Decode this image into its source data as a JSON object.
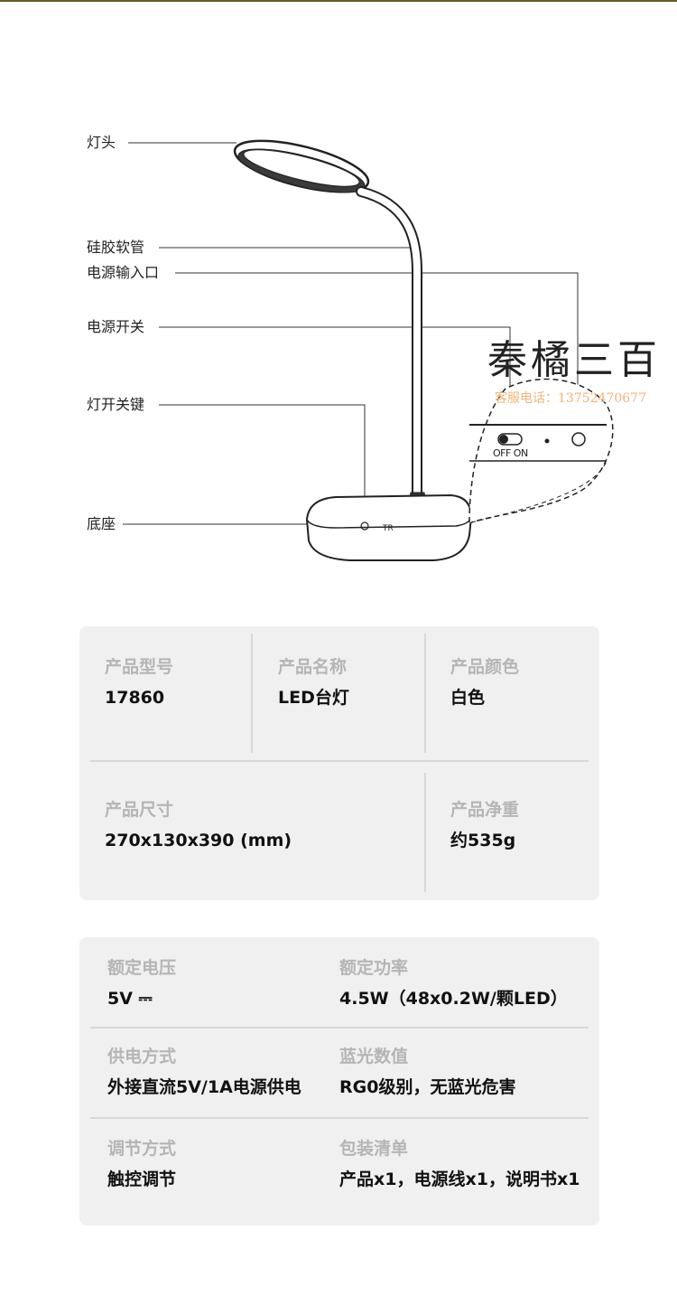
{
  "diagram": {
    "callouts": [
      {
        "key": "lamp_head",
        "label": "灯头"
      },
      {
        "key": "silicone_hose",
        "label": "硅胶软管"
      },
      {
        "key": "power_input",
        "label": "电源输入口"
      },
      {
        "key": "power_switch",
        "label": "电源开关"
      },
      {
        "key": "light_switch_key",
        "label": "灯开关键"
      },
      {
        "key": "base",
        "label": "底座"
      }
    ],
    "switch_label": "OFF ON"
  },
  "watermark": {
    "title": "秦橘三百",
    "subtitle": "客服电话：13752470677"
  },
  "specs_basic": [
    {
      "label": "产品型号",
      "value": "17860"
    },
    {
      "label": "产品名称",
      "value": "LED台灯"
    },
    {
      "label": "产品颜色",
      "value": "白色"
    },
    {
      "label": "产品尺寸",
      "value": "270x130x390 (mm)"
    },
    {
      "label": "产品净重",
      "value": "约535g"
    }
  ],
  "specs_electrical": [
    {
      "label": "额定电压",
      "value": "5V ⎓"
    },
    {
      "label": "额定功率",
      "value": "4.5W（48x0.2W/颗LED）"
    },
    {
      "label": "供电方式",
      "value": "外接直流5V/1A电源供电"
    },
    {
      "label": "蓝光数值",
      "value": "RG0级别，无蓝光危害"
    },
    {
      "label": "调节方式",
      "value": "触控调节"
    },
    {
      "label": "包装清单",
      "value": "产品x1，电源线x1，说明书x1"
    }
  ],
  "colors": {
    "panel_bg": "#f0f0f0",
    "label_gray": "#b5b5b5",
    "watermark_orange": "#f0b37a"
  }
}
